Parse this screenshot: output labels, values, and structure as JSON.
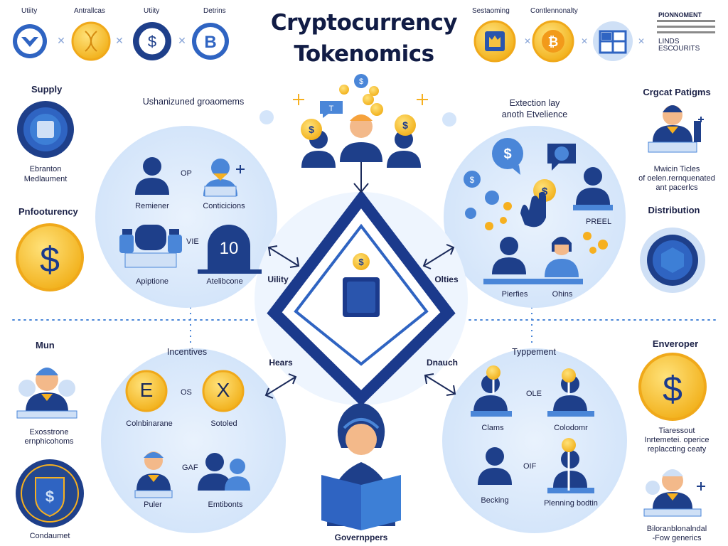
{
  "title_line1": "Cryptocurrency",
  "title_line2": "Tokenomics",
  "top_left": [
    "Utiity",
    "Antrallcas",
    "Utiity",
    "Detrins"
  ],
  "top_right": [
    "Sestaoming",
    "Contlennonalty"
  ],
  "top_right_box": [
    "PIONNOMENT",
    "LINDS",
    "ESCOURITS"
  ],
  "left": {
    "supply": "Supply",
    "supply_sub1": "Ebranton",
    "supply_sub2": "Medlaument",
    "pnfooturency": "Pnfooturency",
    "mun": "Mun",
    "mun_sub1": "Exosstrone",
    "mun_sub2": "ernphicohoms",
    "condaumet": "Condaumet"
  },
  "right": {
    "crgcat": "Crgcat Patigms",
    "crgcat_sub1": "Mwicin Ticles",
    "crgcat_sub2": "of oelen.rernquenated",
    "crgcat_sub3": "ant pacerlcs",
    "distribution": "Distribution",
    "enveroper": "Enveroper",
    "env_sub1": "Tiaressout",
    "env_sub2": "Inrtemetei. operice",
    "env_sub3": "replaccting ceaty",
    "bottom_sub1": "Biloranblonalndal",
    "bottom_sub2": "-Fow generics"
  },
  "circle_tl": {
    "heading": "Ushanizuned groaomems",
    "op": "OP",
    "remiener": "Remiener",
    "conticions": "Conticicions",
    "vie": "VIE",
    "number": "10",
    "apiptione": "Apiptione",
    "atelibone": "Atelibcone"
  },
  "circle_tr": {
    "heading1": "Extection lay",
    "heading2": "anoth Etvelience",
    "preel": "PREEL",
    "pierfies": "Pierfies",
    "ohins": "Ohins"
  },
  "circle_bl": {
    "heading": "Incentives",
    "os": "OS",
    "coin_e": "E",
    "coin_x": "X",
    "colnbinarane": "Colnbinarane",
    "sotoled": "Sotoled",
    "gaf": "GAF",
    "puler": "Puler",
    "emtibonts": "Emtibonts"
  },
  "circle_br": {
    "heading": "Typpement",
    "ole": "OLE",
    "clams": "Clams",
    "colodomr": "Colodomr",
    "olf": "OIF",
    "becking": "Becking",
    "plenning": "Plenning bodtin"
  },
  "center": {
    "utility": "Uility",
    "olties": "Olties",
    "hears": "Hears",
    "dnauch": "Dnauch",
    "governppers": "Governppers"
  },
  "colors": {
    "navy": "#1b3a8c",
    "blue": "#3d7fd6",
    "light_circle": "#dbeafb",
    "gold": "#f6c340",
    "person_dark": "#1e3f8a",
    "person_mid": "#4a86d8"
  }
}
